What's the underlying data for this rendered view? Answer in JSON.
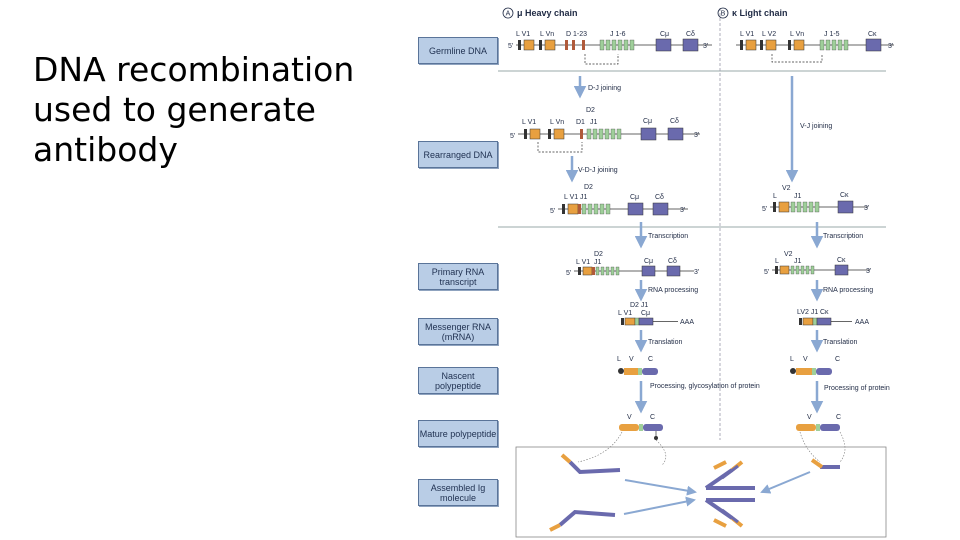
{
  "title": "DNA recombination used to generate antibody",
  "panels": {
    "heavy": {
      "letter": "A",
      "title": "μ Heavy chain"
    },
    "light": {
      "letter": "B",
      "title": "κ Light chain"
    }
  },
  "stages": [
    "Germline DNA",
    "Rearranged DNA",
    "Primary RNA transcript",
    "Messenger RNA (mRNA)",
    "Nascent polypeptide",
    "Mature polypeptide",
    "Assembled Ig molecule"
  ],
  "heavy_steps": {
    "dj": "D-J joining",
    "vdj": "V-D-J joining",
    "transcription": "Transcription",
    "rna_processing": "RNA processing",
    "translation": "Translation",
    "processing": "Processing, glycosylation of protein"
  },
  "light_steps": {
    "vj": "V-J joining",
    "transcription": "Transcription",
    "rna_processing": "RNA processing",
    "translation": "Translation",
    "processing": "Processing of protein"
  },
  "heavy_labels": {
    "germline": [
      "L V1",
      "L Vn",
      "D 1-23",
      "J 1-6",
      "Cμ",
      "Cδ"
    ],
    "rearranged": [
      "D2",
      "L V1",
      "L Vn",
      "D1",
      "J1",
      "Cμ",
      "Cδ"
    ],
    "vdj": [
      "D2",
      "L V1",
      "J1",
      "Cμ",
      "Cδ"
    ],
    "primary": [
      "D2",
      "L V1",
      "J1",
      "Cμ",
      "Cδ"
    ],
    "mrna": [
      "D2 J1",
      "L V1",
      "Cμ",
      "AAA"
    ],
    "nascent": [
      "L",
      "V",
      "C"
    ],
    "mature": [
      "V",
      "C"
    ]
  },
  "light_labels": {
    "germline": [
      "L V1",
      "L V2",
      "L Vn",
      "J 1-5",
      "Cκ"
    ],
    "rearranged": [
      "V2",
      "L",
      "J1",
      "Cκ"
    ],
    "primary": [
      "V2",
      "L",
      "J1",
      "Cκ"
    ],
    "mrna": [
      "LV2 J1",
      "Cκ",
      "AAA"
    ],
    "nascent": [
      "L",
      "V",
      "C"
    ],
    "mature": [
      "V",
      "C"
    ]
  },
  "ends": {
    "five": "5'",
    "three": "3'"
  },
  "colors": {
    "v_segment": "#e8a040",
    "c_segment": "#6a6aad",
    "j_segment": "#9fcf9a",
    "label_box": "#b9cde6",
    "arrow": "#8aa8d2"
  }
}
